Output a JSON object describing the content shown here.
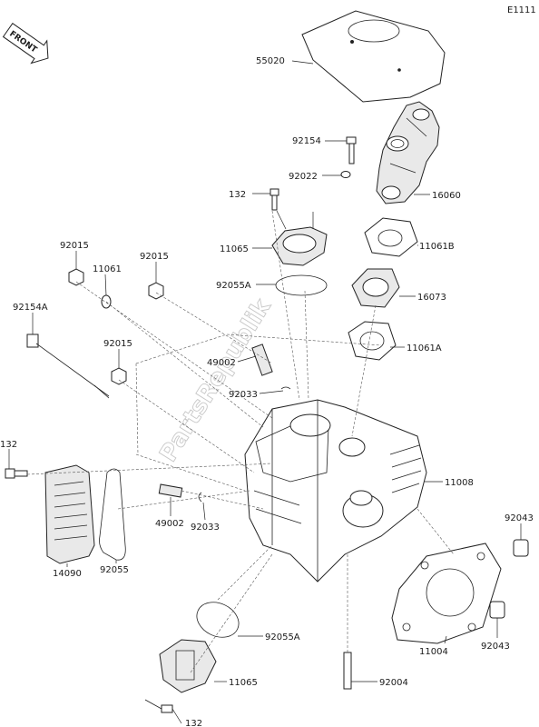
{
  "diagram_code": "E1111",
  "front_label": "FRONT",
  "watermark": "PartsRepublik",
  "parts": [
    {
      "number": "55020"
    },
    {
      "number": "92154"
    },
    {
      "number": "92022"
    },
    {
      "number": "16060"
    },
    {
      "number": "132"
    },
    {
      "number": "11065"
    },
    {
      "number": "11061B"
    },
    {
      "number": "92055A"
    },
    {
      "number": "16073"
    },
    {
      "number": "11061A"
    },
    {
      "number": "92015"
    },
    {
      "number": "11061"
    },
    {
      "number": "92015"
    },
    {
      "number": "92154A"
    },
    {
      "number": "92015"
    },
    {
      "number": "49002"
    },
    {
      "number": "92033"
    },
    {
      "number": "132"
    },
    {
      "number": "11008"
    },
    {
      "number": "49002"
    },
    {
      "number": "92033"
    },
    {
      "number": "92043"
    },
    {
      "number": "14090"
    },
    {
      "number": "92055"
    },
    {
      "number": "92055A"
    },
    {
      "number": "11004"
    },
    {
      "number": "92043"
    },
    {
      "number": "92004"
    },
    {
      "number": "11065"
    },
    {
      "number": "132"
    }
  ]
}
